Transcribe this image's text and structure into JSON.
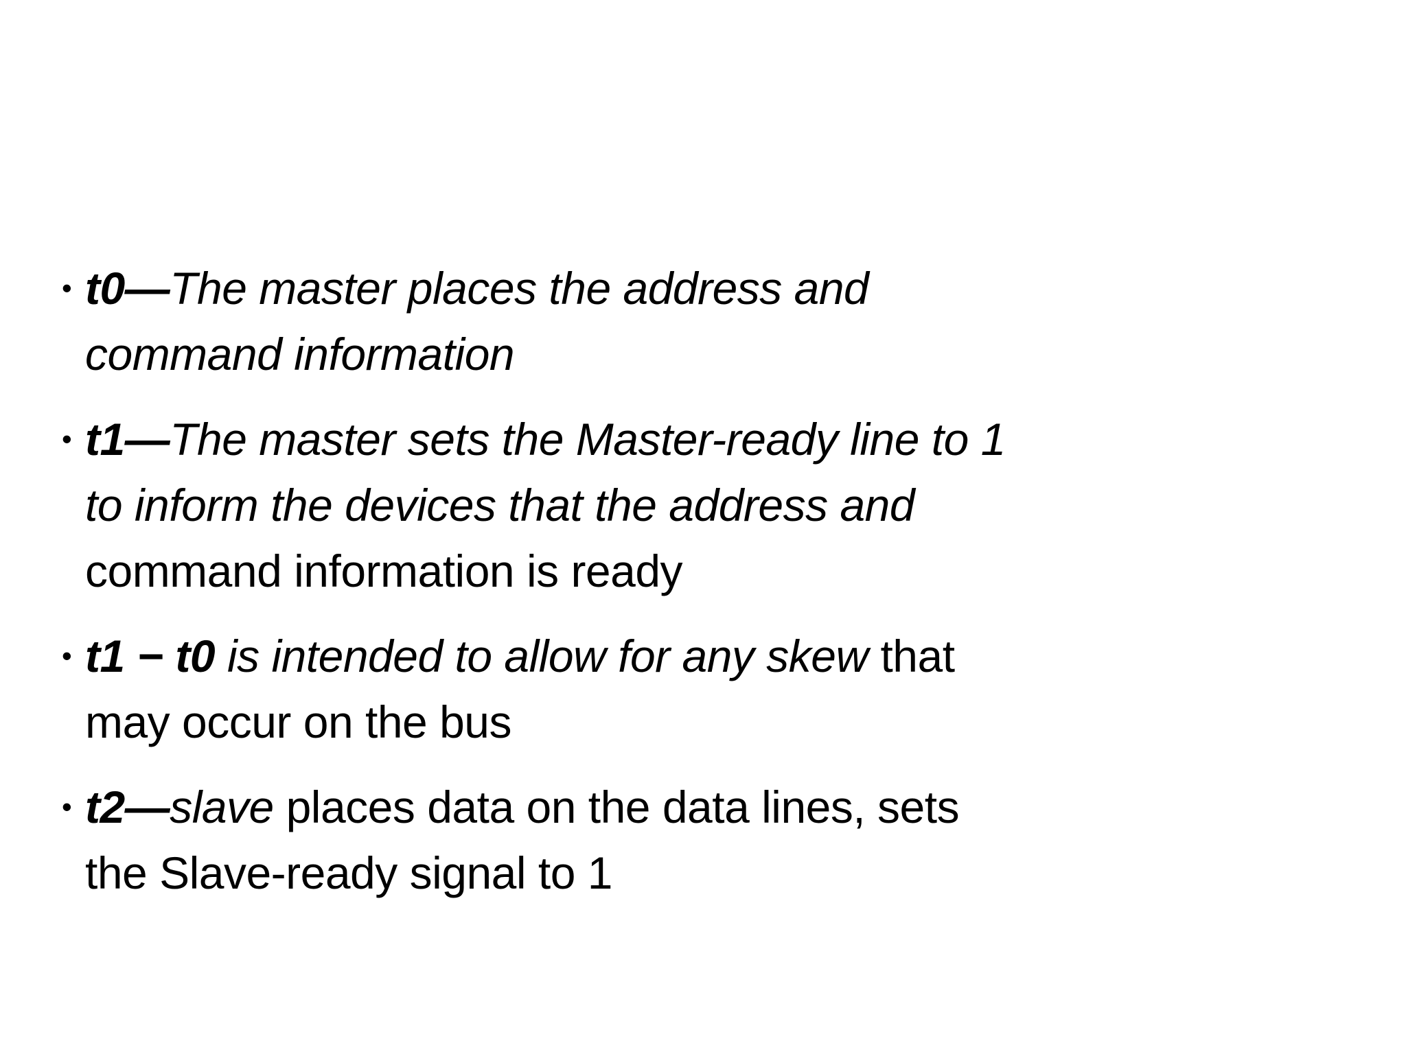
{
  "slide": {
    "background_color": "#ffffff",
    "text_color": "#000000",
    "bullet_glyph": "•",
    "bullets": [
      {
        "lines": [
          [
            {
              "text": "t0—",
              "style": "bold-italic"
            },
            {
              "text": "The master places the address and",
              "style": "italic"
            }
          ],
          [
            {
              "text": "command information",
              "style": "italic"
            }
          ]
        ]
      },
      {
        "lines": [
          [
            {
              "text": "t1—",
              "style": "bold-italic"
            },
            {
              "text": "The master sets the Master-ready line to 1",
              "style": "italic"
            }
          ],
          [
            {
              "text": "to inform the devices that the address and",
              "style": "italic"
            }
          ],
          [
            {
              "text": "command information is ready",
              "style": "regular"
            }
          ]
        ]
      },
      {
        "lines": [
          [
            {
              "text": "t1 − t0 ",
              "style": "bold-italic"
            },
            {
              "text": "is intended to allow for any skew ",
              "style": "italic"
            },
            {
              "text": "that",
              "style": "regular"
            }
          ],
          [
            {
              "text": "may occur on the bus",
              "style": "regular"
            }
          ]
        ]
      },
      {
        "lines": [
          [
            {
              "text": "t2—",
              "style": "bold-italic"
            },
            {
              "text": "slave",
              "style": "italic"
            },
            {
              "text": " places data on the data lines, sets",
              "style": "regular"
            }
          ],
          [
            {
              "text": "the Slave-ready signal to 1",
              "style": "regular"
            }
          ]
        ]
      }
    ]
  }
}
